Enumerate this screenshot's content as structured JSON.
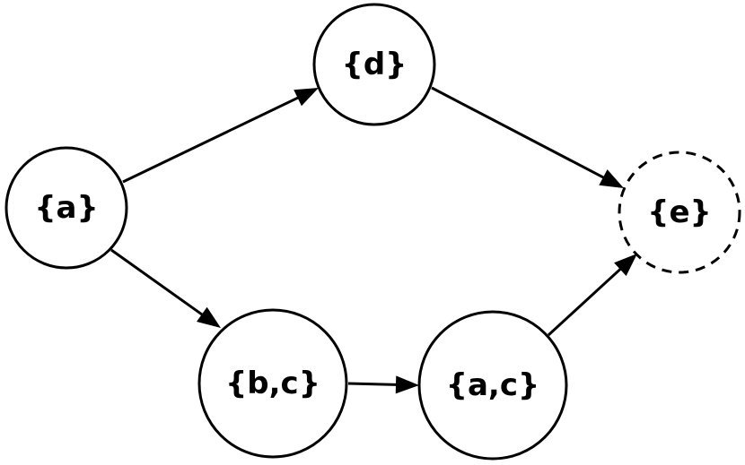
{
  "diagram": {
    "nodes": [
      {
        "id": "a",
        "label": "{a}",
        "style": "solid"
      },
      {
        "id": "d",
        "label": "{d}",
        "style": "solid"
      },
      {
        "id": "e",
        "label": "{e}",
        "style": "dashed"
      },
      {
        "id": "bc",
        "label": "{b,c}",
        "style": "solid"
      },
      {
        "id": "ac",
        "label": "{a,c}",
        "style": "solid"
      }
    ],
    "edges": [
      {
        "from": "a",
        "to": "d"
      },
      {
        "from": "a",
        "to": "bc"
      },
      {
        "from": "d",
        "to": "e"
      },
      {
        "from": "bc",
        "to": "ac"
      },
      {
        "from": "ac",
        "to": "e"
      }
    ]
  }
}
